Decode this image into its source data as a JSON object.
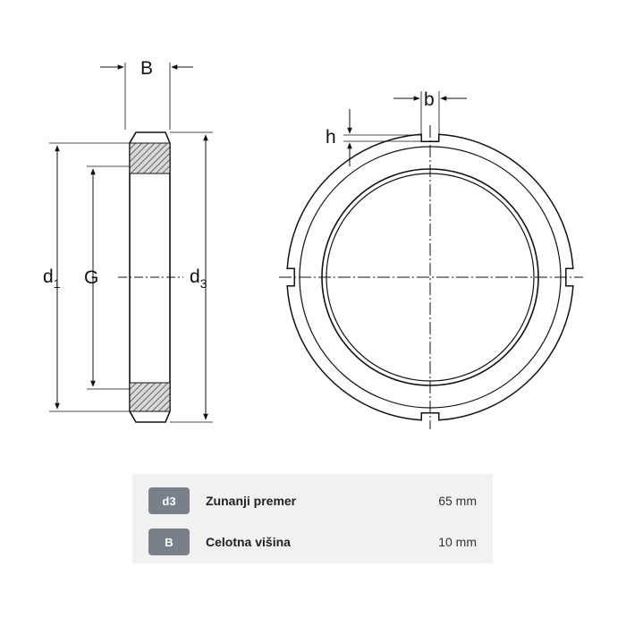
{
  "drawing": {
    "labels": {
      "B": "B",
      "b": "b",
      "h": "h",
      "G": "G",
      "d1_main": "d",
      "d1_sub": "1",
      "d3_main": "d",
      "d3_sub": "3"
    }
  },
  "specs": [
    {
      "code": "d3",
      "label": "Zunanji premer",
      "value": "65 mm"
    },
    {
      "code": "B",
      "label": "Celotna višina",
      "value": "10 mm"
    }
  ]
}
